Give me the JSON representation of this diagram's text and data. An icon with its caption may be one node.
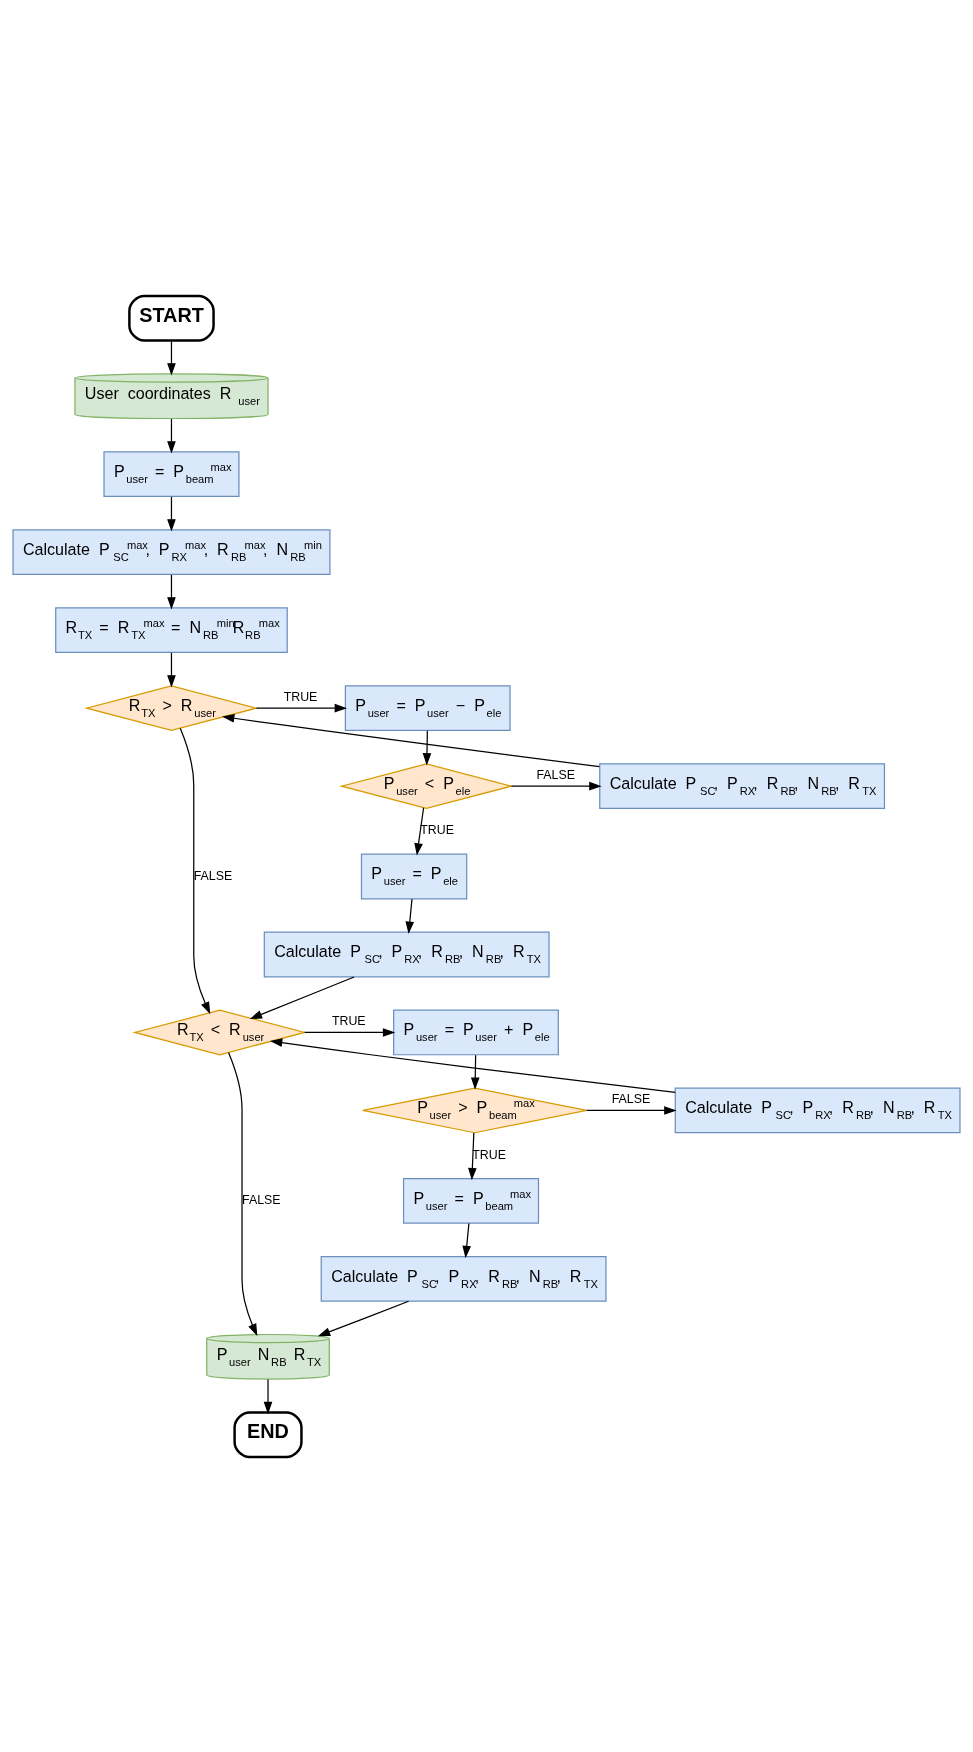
{
  "diagram": {
    "nodes": [
      {
        "text": [
          "START"
        ]
      },
      {
        "text": [
          "User coordinates R$_{user}$"
        ]
      },
      {
        "text": [
          "P$_{user}$ = P$_{beam}$$^{max}$"
        ]
      },
      {
        "text": [
          "Calculate P$_{SC}$$^{max}$, P$_{RX}$$^{max}$, R$_{RB}$$^{max}$, N$_{RB}$$^{min}$"
        ]
      },
      {
        "text": [
          "R$_{TX}$ = R$_{TX}$$^{max}$ = N$_{RB}$$^{min}$R$_{RB}$$^{max}$"
        ]
      },
      {
        "text": [
          "R$_{TX}$ > R$_{user}$"
        ]
      },
      {
        "text": [
          "P$_{user}$ = P$_{user}$ − P$_{ele}$"
        ]
      },
      {
        "text": [
          "P$_{user}$ < P$_{ele}$"
        ]
      },
      {
        "text": [
          "Calculate P$_{SC}$, P$_{RX}$, R$_{RB}$, N$_{RB}$, R$_{TX}$"
        ]
      },
      {
        "text": [
          "P$_{user}$ = P$_{ele}$"
        ]
      },
      {
        "text": [
          "Calculate P$_{SC}$, P$_{RX}$, R$_{RB}$, N$_{RB}$, R$_{TX}$"
        ]
      },
      {
        "text": [
          "R$_{TX}$ < R$_{user}$"
        ]
      },
      {
        "text": [
          "P$_{user}$ = P$_{user}$ + P$_{ele}$"
        ]
      },
      {
        "text": [
          "P$_{user}$ > P$_{beam}$$^{max}$"
        ]
      },
      {
        "text": [
          "Calculate P$_{SC}$, P$_{RX}$, R$_{RB}$, N$_{RB}$, R$_{TX}$"
        ]
      },
      {
        "text": [
          "P$_{user}$ = P$_{beam}$$^{max}$"
        ]
      },
      {
        "text": [
          "Calculate P$_{SC}$, P$_{RX}$, R$_{RB}$, N$_{RB}$, R$_{TX}$"
        ]
      },
      {
        "text": [
          "P$_{user}$ N$_{RB}$ R$_{TX}$"
        ]
      },
      {
        "text": [
          "END"
        ]
      }
    ],
    "edges": [
      {
        "from": 0,
        "to": 1,
        "arrow": "to"
      },
      {
        "from": 1,
        "to": 2,
        "arrow": "to"
      },
      {
        "from": 2,
        "to": 3,
        "arrow": "to"
      },
      {
        "from": 3,
        "to": 4,
        "arrow": "to"
      },
      {
        "from": 4,
        "to": 5,
        "arrow": "to"
      },
      {
        "from": 5,
        "to": 6,
        "arrow": "to",
        "label": "TRUE"
      },
      {
        "from": 6,
        "to": 7,
        "arrow": "to"
      },
      {
        "from": 7,
        "to": 8,
        "arrow": "to",
        "label": "FALSE"
      },
      {
        "from": 7,
        "to": 9,
        "arrow": "to",
        "label": "TRUE"
      },
      {
        "from": 8,
        "to": 5,
        "arrow": "to"
      },
      {
        "from": 9,
        "to": 10,
        "arrow": "to"
      },
      {
        "from": 10,
        "to": 11,
        "arrow": "to"
      },
      {
        "from": 5,
        "to": 11,
        "arrow": "to",
        "label": "FALSE"
      },
      {
        "from": 11,
        "to": 12,
        "arrow": "to",
        "label": "TRUE"
      },
      {
        "from": 12,
        "to": 13,
        "arrow": "to"
      },
      {
        "from": 13,
        "to": 14,
        "arrow": "to",
        "label": "FALSE"
      },
      {
        "from": 13,
        "to": 15,
        "arrow": "to",
        "label": "TRUE"
      },
      {
        "from": 14,
        "to": 11,
        "arrow": "to"
      },
      {
        "from": 15,
        "to": 16,
        "arrow": "to"
      },
      {
        "from": 16,
        "to": 17,
        "arrow": "to"
      },
      {
        "from": 11,
        "to": 17,
        "arrow": "to",
        "label": "FALSE"
      },
      {
        "from": 17,
        "to": 18,
        "arrow": "to"
      }
    ]
  }
}
